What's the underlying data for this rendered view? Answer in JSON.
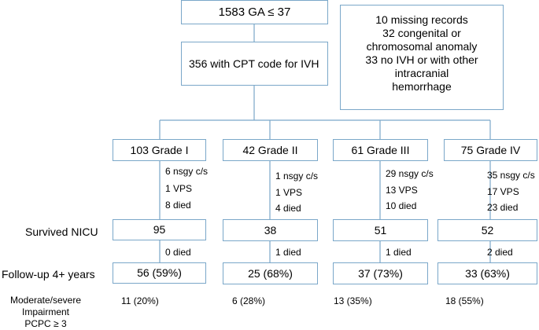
{
  "top": {
    "total": "1583 GA ≤ 37",
    "cpt": "356 with CPT code for IVH"
  },
  "exclusions": [
    "10 missing records",
    "32 congenital or",
    "chromosomal anomaly",
    "33 no IVH or with other",
    "intracranial",
    "hemorrhage"
  ],
  "row_labels": {
    "survived": "Survived NICU",
    "followup": "Follow-up 4+ years"
  },
  "outcome_label": [
    "Moderate/severe",
    "Impairment",
    "PCPC ≥ 3"
  ],
  "grades": [
    {
      "label": "103 Grade I",
      "events1": [
        "6 nsgy c/s",
        "1 VPS",
        "8 died"
      ],
      "survived": "95",
      "events2": "0 died",
      "followup": "56 (59%)",
      "outcome": "11 (20%)"
    },
    {
      "label": "42 Grade II",
      "events1": [
        "1 nsgy c/s",
        "1 VPS",
        "4 died"
      ],
      "survived": "38",
      "events2": "1 died",
      "followup": "25 (68%)",
      "outcome": "6 (28%)"
    },
    {
      "label": "61 Grade III",
      "events1": [
        "29 nsgy c/s",
        "13 VPS",
        "10 died"
      ],
      "survived": "51",
      "events2": "1 died",
      "followup": "37 (73%)",
      "outcome": "13 (35%)"
    },
    {
      "label": "75 Grade IV",
      "events1": [
        "35 nsgy c/s",
        "17 VPS",
        "23 died"
      ],
      "survived": "52",
      "events2": "2 died",
      "followup": "33 (63%)",
      "outcome": "18 (55%)"
    }
  ],
  "colors": {
    "line": "#7aa7c9",
    "box_border": "#7aa7c9",
    "text": "#000000"
  }
}
